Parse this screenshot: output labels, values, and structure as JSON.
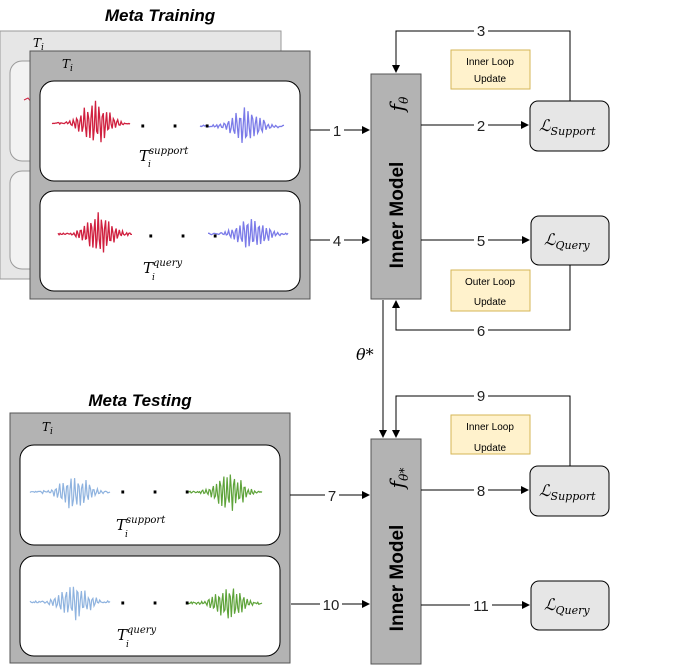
{
  "titles": {
    "training": "Meta Training",
    "testing": "Meta Testing"
  },
  "task_label": {
    "main": "T",
    "sub": "i"
  },
  "sets": {
    "support": {
      "main": "T",
      "sup": "support",
      "sub": "i"
    },
    "query": {
      "main": "T",
      "sup": "query",
      "sub": "i"
    }
  },
  "ellipsis": "· · ·",
  "model": {
    "label": "Inner Model",
    "f_main": "f",
    "training_param": "θ",
    "testing_param": "θ*"
  },
  "theta_star": "θ*",
  "notes": {
    "inner_line1": "Inner Loop",
    "inner_line2": "Update",
    "outer_line1": "Outer Loop",
    "outer_line2": "Update"
  },
  "losses": {
    "main": "ℒ",
    "support": "Support",
    "query": "Query"
  },
  "steps": [
    "1",
    "2",
    "3",
    "4",
    "5",
    "6",
    "7",
    "8",
    "9",
    "10",
    "11"
  ],
  "colors": {
    "support_wave_training": "#d0203f",
    "query_wave_training": "#7b7be8",
    "wave_testing_left": "#8fb3df",
    "wave_testing_right": "#5ea33a",
    "panel_fill": "#b3b3b3",
    "note_fill": "#fff2cc"
  }
}
